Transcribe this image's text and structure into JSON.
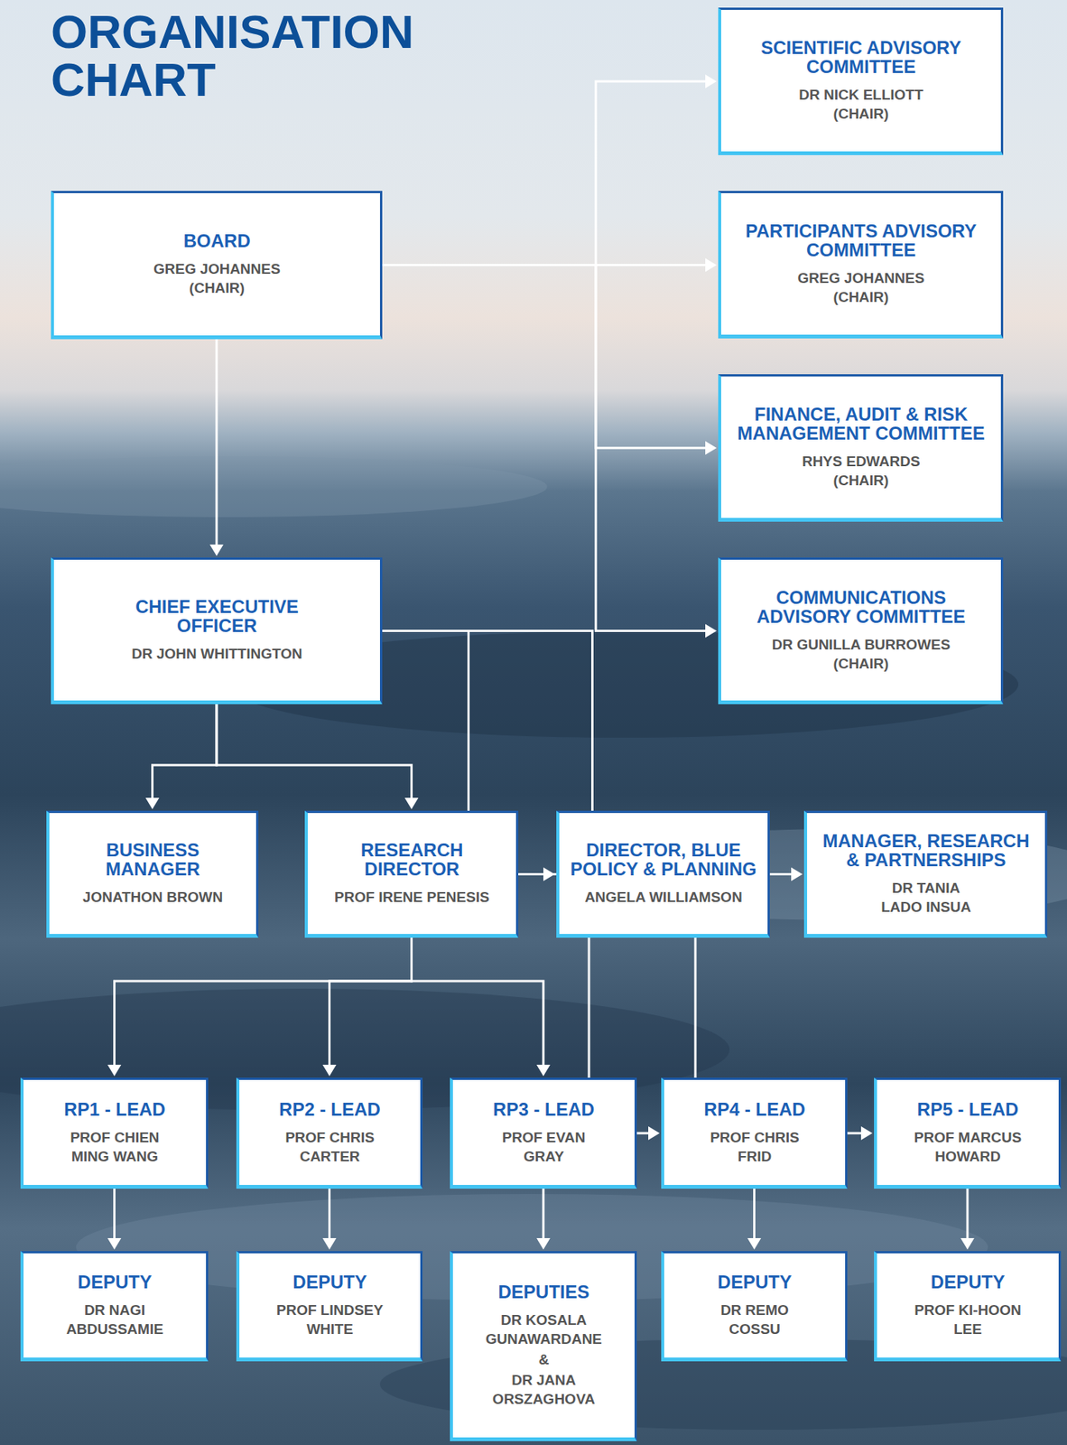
{
  "diagram": {
    "title": "ORGANISATION CHART",
    "nodes": [
      {
        "text": [
          "SCIENTIFIC ADVISORY COMMITTEE",
          "DR NICK ELLIOTT (CHAIR)"
        ]
      },
      {
        "text": [
          "BOARD",
          "GREG JOHANNES (CHAIR)"
        ]
      },
      {
        "text": [
          "PARTICIPANTS ADVISORY COMMITTEE",
          "GREG JOHANNES (CHAIR)"
        ]
      },
      {
        "text": [
          "FINANCE, AUDIT & RISK MANAGEMENT COMMITTEE",
          "RHYS EDWARDS (CHAIR)"
        ]
      },
      {
        "text": [
          "CHIEF EXECUTIVE OFFICER",
          "DR JOHN WHITTINGTON"
        ]
      },
      {
        "text": [
          "COMMUNICATIONS ADVISORY COMMITTEE",
          "DR GUNILLA BURROWES (CHAIR)"
        ]
      },
      {
        "text": [
          "BUSINESS MANAGER",
          "JONATHON BROWN"
        ]
      },
      {
        "text": [
          "RESEARCH DIRECTOR",
          "PROF IRENE PENESIS"
        ]
      },
      {
        "text": [
          "DIRECTOR, BLUE POLICY & PLANNING",
          "ANGELA WILLIAMSON"
        ]
      },
      {
        "text": [
          "MANAGER, RESEARCH & PARTNERSHIPS",
          "DR TANIA LADO INSUA"
        ]
      },
      {
        "text": [
          "RP1 - LEAD",
          "PROF CHIEN MING WANG"
        ]
      },
      {
        "text": [
          "RP2 - LEAD",
          "PROF CHRIS CARTER"
        ]
      },
      {
        "text": [
          "RP3 - LEAD",
          "PROF EVAN GRAY"
        ]
      },
      {
        "text": [
          "RP4 - LEAD",
          "PROF CHRIS FRID"
        ]
      },
      {
        "text": [
          "RP5 - LEAD",
          "PROF MARCUS HOWARD"
        ]
      },
      {
        "text": [
          "DEPUTY",
          "DR NAGI ABDUSSAMIE"
        ]
      },
      {
        "text": [
          "DEPUTY",
          "PROF LINDSEY WHITE"
        ]
      },
      {
        "text": [
          "DEPUTIES",
          "DR KOSALA GUNAWARDANE",
          "&",
          "DR JANA ORSZAGHOVA"
        ]
      },
      {
        "text": [
          "DEPUTY",
          "DR REMO COSSU"
        ]
      },
      {
        "text": [
          "DEPUTY",
          "PROF KI-HOON LEE"
        ]
      }
    ],
    "edges": [
      {
        "from": 1,
        "to": 4,
        "arrow": "to"
      },
      {
        "from": 1,
        "to": 0,
        "arrow": "to"
      },
      {
        "from": 1,
        "to": 2,
        "arrow": "to"
      },
      {
        "from": 1,
        "to": 3,
        "arrow": "to"
      },
      {
        "from": 1,
        "to": 5,
        "arrow": "to"
      },
      {
        "from": 4,
        "to": 6,
        "arrow": "to"
      },
      {
        "from": 4,
        "to": 7,
        "arrow": "to"
      },
      {
        "from": 4,
        "to": 8,
        "arrow": "to"
      },
      {
        "from": 4,
        "to": 9,
        "arrow": "to"
      },
      {
        "from": 7,
        "to": 10,
        "arrow": "to"
      },
      {
        "from": 7,
        "to": 11,
        "arrow": "to"
      },
      {
        "from": 7,
        "to": 12,
        "arrow": "to"
      },
      {
        "from": 7,
        "to": 13,
        "arrow": "to"
      },
      {
        "from": 7,
        "to": 14,
        "arrow": "to"
      },
      {
        "from": 10,
        "to": 15,
        "arrow": "to"
      },
      {
        "from": 11,
        "to": 16,
        "arrow": "to"
      },
      {
        "from": 12,
        "to": 17,
        "arrow": "to"
      },
      {
        "from": 13,
        "to": 18,
        "arrow": "to"
      },
      {
        "from": 14,
        "to": 19,
        "arrow": "to"
      }
    ]
  }
}
